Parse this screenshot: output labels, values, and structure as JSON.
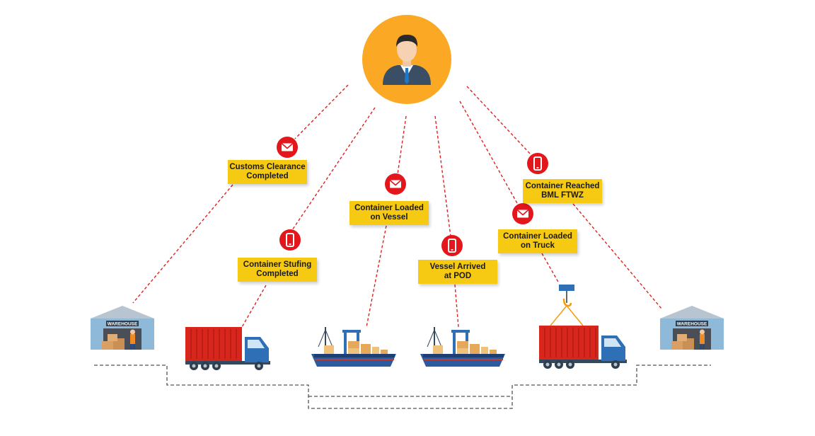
{
  "diagram": {
    "colors": {
      "avatar_circle": "#fba925",
      "label_bg": "#f6c913",
      "icon_badge": "#e3161c",
      "dash_line_red": "#e02020",
      "dash_line_gray": "#555555",
      "container_red": "#d8261d",
      "truck_cab": "#2e6fb6",
      "ship_hull": "#2c5aa0",
      "warehouse_wall": "#8fb9d9"
    },
    "center_node": {
      "icon": "businessman-avatar-icon"
    },
    "events": [
      {
        "line1": "Customs Clearance",
        "line2": "Completed",
        "icon": "mail-icon"
      },
      {
        "line1": "Container Stufing",
        "line2": "Completed",
        "icon": "mobile-phone-icon"
      },
      {
        "line1": "Container Loaded",
        "line2": "on Vessel",
        "icon": "mail-icon"
      },
      {
        "line1": "Vessel Arrived",
        "line2": "at POD",
        "icon": "mobile-phone-icon"
      },
      {
        "line1": "Container Loaded",
        "line2": "on Truck",
        "icon": "mail-icon"
      },
      {
        "line1": "Container Reached",
        "line2": "BML FTWZ",
        "icon": "mobile-phone-icon"
      }
    ],
    "stations": [
      {
        "type": "warehouse",
        "sign": "WAREHOUSE",
        "icon": "warehouse-icon"
      },
      {
        "type": "truck",
        "icon": "container-truck-icon"
      },
      {
        "type": "ship",
        "icon": "cargo-ship-icon"
      },
      {
        "type": "ship",
        "icon": "cargo-ship-icon"
      },
      {
        "type": "truck-crane",
        "icon": "crane-truck-icon"
      },
      {
        "type": "warehouse",
        "sign": "WAREHOUSE",
        "icon": "warehouse-icon"
      }
    ]
  }
}
